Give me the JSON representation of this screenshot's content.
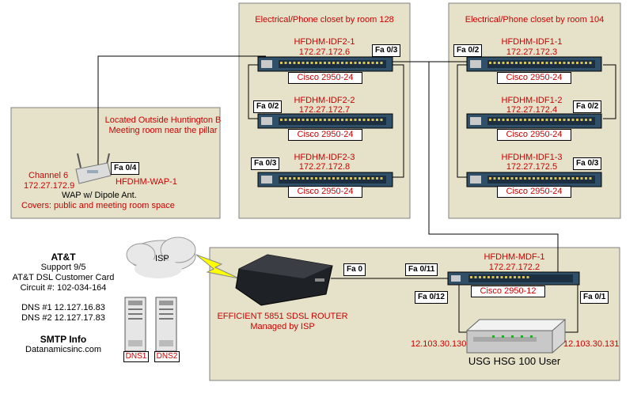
{
  "rooms": {
    "closet128": {
      "title": "Electrical/Phone closet by room 128"
    },
    "closet104": {
      "title": "Electrical/Phone closet by room 104"
    },
    "huntington": {
      "line1": "Located Outside Huntington B",
      "line2": "Meeting room near the pillar"
    }
  },
  "switches": {
    "idf2_1": {
      "name": "HFDHM-IDF2-1",
      "ip": "172.27.172.6",
      "model": "Cisco 2950-24"
    },
    "idf2_2": {
      "name": "HFDHM-IDF2-2",
      "ip": "172.27.172.7",
      "model": "Cisco 2950-24"
    },
    "idf2_3": {
      "name": "HFDHM-IDF2-3",
      "ip": "172.27.172.8",
      "model": "Cisco 2950-24"
    },
    "idf1_1": {
      "name": "HFDHM-IDF1-1",
      "ip": "172.27.172.3",
      "model": "Cisco 2950-24"
    },
    "idf1_2": {
      "name": "HFDHM-IDF1-2",
      "ip": "172.27.172.4",
      "model": "Cisco 2950-24"
    },
    "idf1_3": {
      "name": "HFDHM-IDF1-3",
      "ip": "172.27.172.5",
      "model": "Cisco 2950-24"
    },
    "mdf1": {
      "name": "HFDHM-MDF-1",
      "ip": "172.27.172.2",
      "model": "Cisco 2950-12"
    }
  },
  "ports": {
    "idf2_1_fa03": "Fa 0/3",
    "idf2_2_fa02": "Fa 0/2",
    "idf2_3_fa03": "Fa 0/3",
    "idf1_1_fa02": "Fa 0/2",
    "idf1_2_fa02": "Fa 0/2",
    "idf1_3_fa03": "Fa 0/3",
    "wap_fa04": "Fa 0/4",
    "router_fa0": "Fa 0",
    "mdf_fa011": "Fa 0/11",
    "mdf_fa012": "Fa 0/12",
    "mdf_fa01": "Fa 0/1"
  },
  "wap": {
    "channel": "Channel 6",
    "ip": "172.27.172.9",
    "name": "HFDHM-WAP-1",
    "desc": "WAP w/ Dipole Ant.",
    "covers": "Covers: public and meeting room space"
  },
  "isp": {
    "cloud_label": "ISP",
    "att": "AT&T",
    "support": "Support 9/5",
    "card": "AT&T DSL Customer Card",
    "circuit": "Circuit #: 102-034-164",
    "dns1": "DNS #1 12.127.16.83",
    "dns2": "DNS #2 12.127.17.83",
    "smtp_title": "SMTP Info",
    "smtp_host": "Datanamicsinc.com",
    "server1": "DNS1",
    "server2": "DNS2"
  },
  "router": {
    "line1": "EFFICIENT 5851 SDSL ROUTER",
    "line2": "Managed by ISP"
  },
  "usg": {
    "name": "USG HSG 100 User",
    "ip_left": "12.103.30.130",
    "ip_right": "12.103.30.131"
  }
}
